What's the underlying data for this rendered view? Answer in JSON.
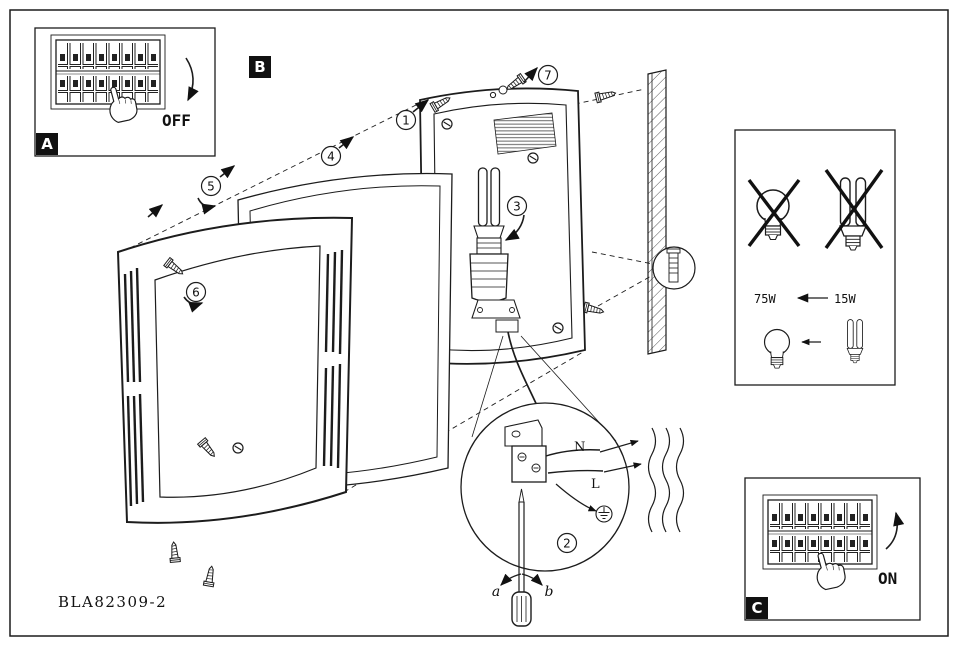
{
  "document": {
    "part_number": "BLA82309-2"
  },
  "badges": {
    "a": "A",
    "b": "B",
    "c": "C"
  },
  "power": {
    "off": "OFF",
    "on": "ON"
  },
  "steps": {
    "n1": "1",
    "n2": "2",
    "n3": "3",
    "n4": "4",
    "n5": "5",
    "n6": "6",
    "n7": "7"
  },
  "wiring": {
    "neutral": "N",
    "live": "L",
    "turn_a": "a",
    "turn_b": "b"
  },
  "bulb": {
    "incandescent_max": "75W",
    "cfl_max": "15W"
  }
}
